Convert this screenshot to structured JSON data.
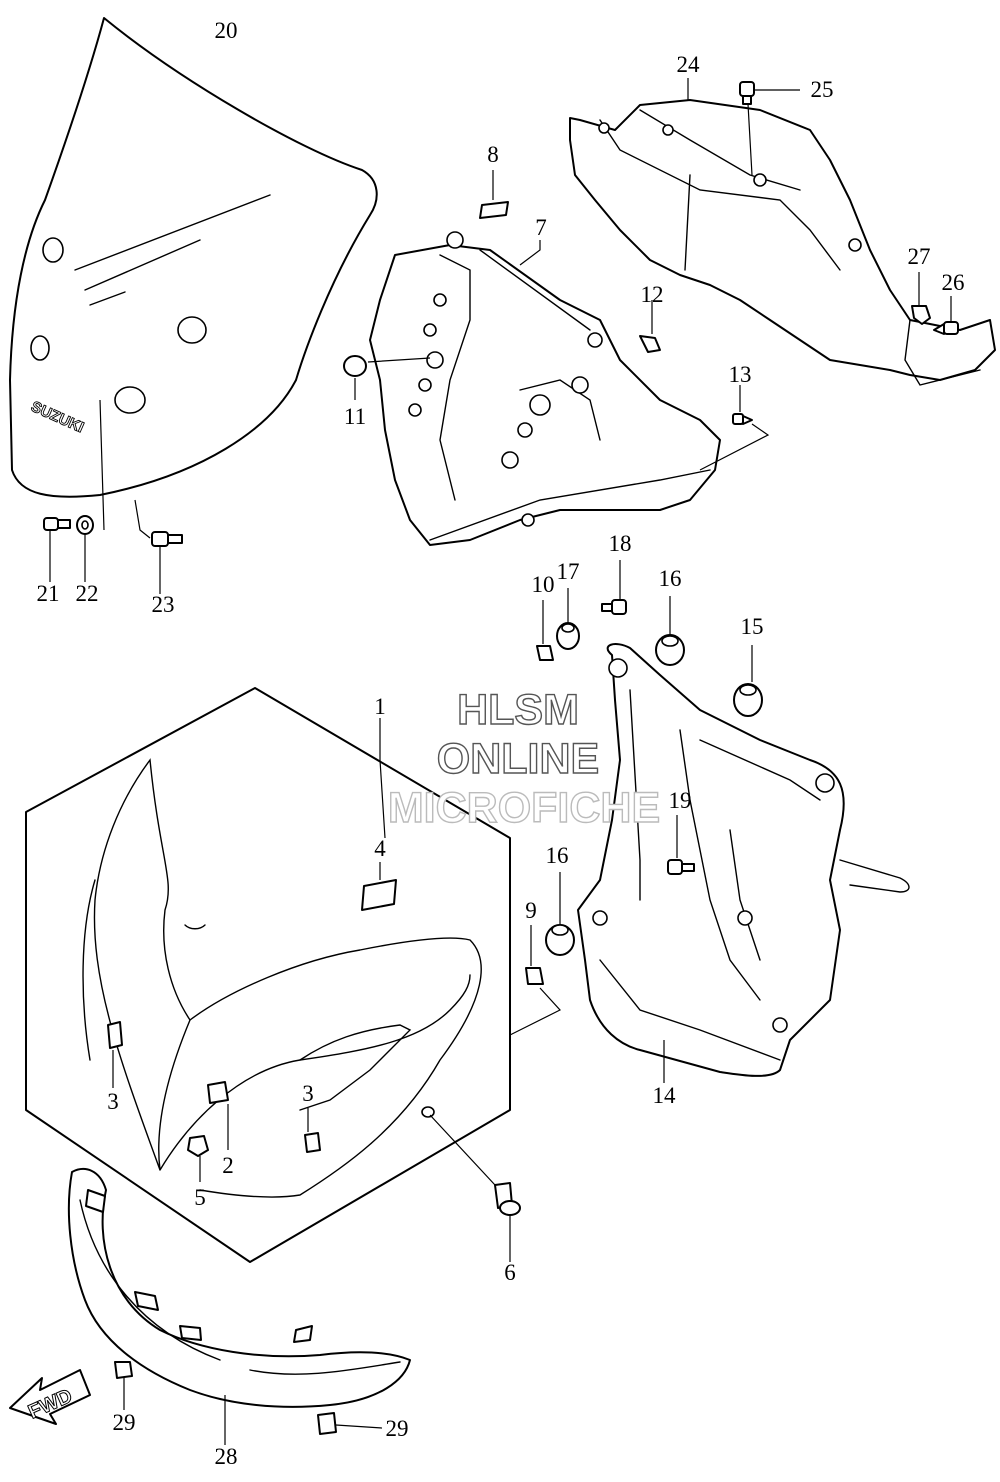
{
  "diagram": {
    "watermark": {
      "line1": "HLSM",
      "line2": "ONLINE",
      "line3": "MICROFICHE"
    },
    "windscreen_logo": "SUZUKI",
    "direction_label": "FWD",
    "callouts": {
      "c1": "1",
      "c2": "2",
      "c3a": "3",
      "c3b": "3",
      "c4": "4",
      "c5": "5",
      "c6": "6",
      "c7": "7",
      "c8": "8",
      "c9": "9",
      "c10": "10",
      "c11": "11",
      "c12": "12",
      "c13": "13",
      "c14": "14",
      "c15": "15",
      "c16a": "16",
      "c16b": "16",
      "c17": "17",
      "c18": "18",
      "c19": "19",
      "c20": "20",
      "c21": "21",
      "c22": "22",
      "c23": "23",
      "c24": "24",
      "c25": "25",
      "c26": "26",
      "c27": "27",
      "c28": "28",
      "c29a": "29",
      "c29b": "29"
    }
  }
}
